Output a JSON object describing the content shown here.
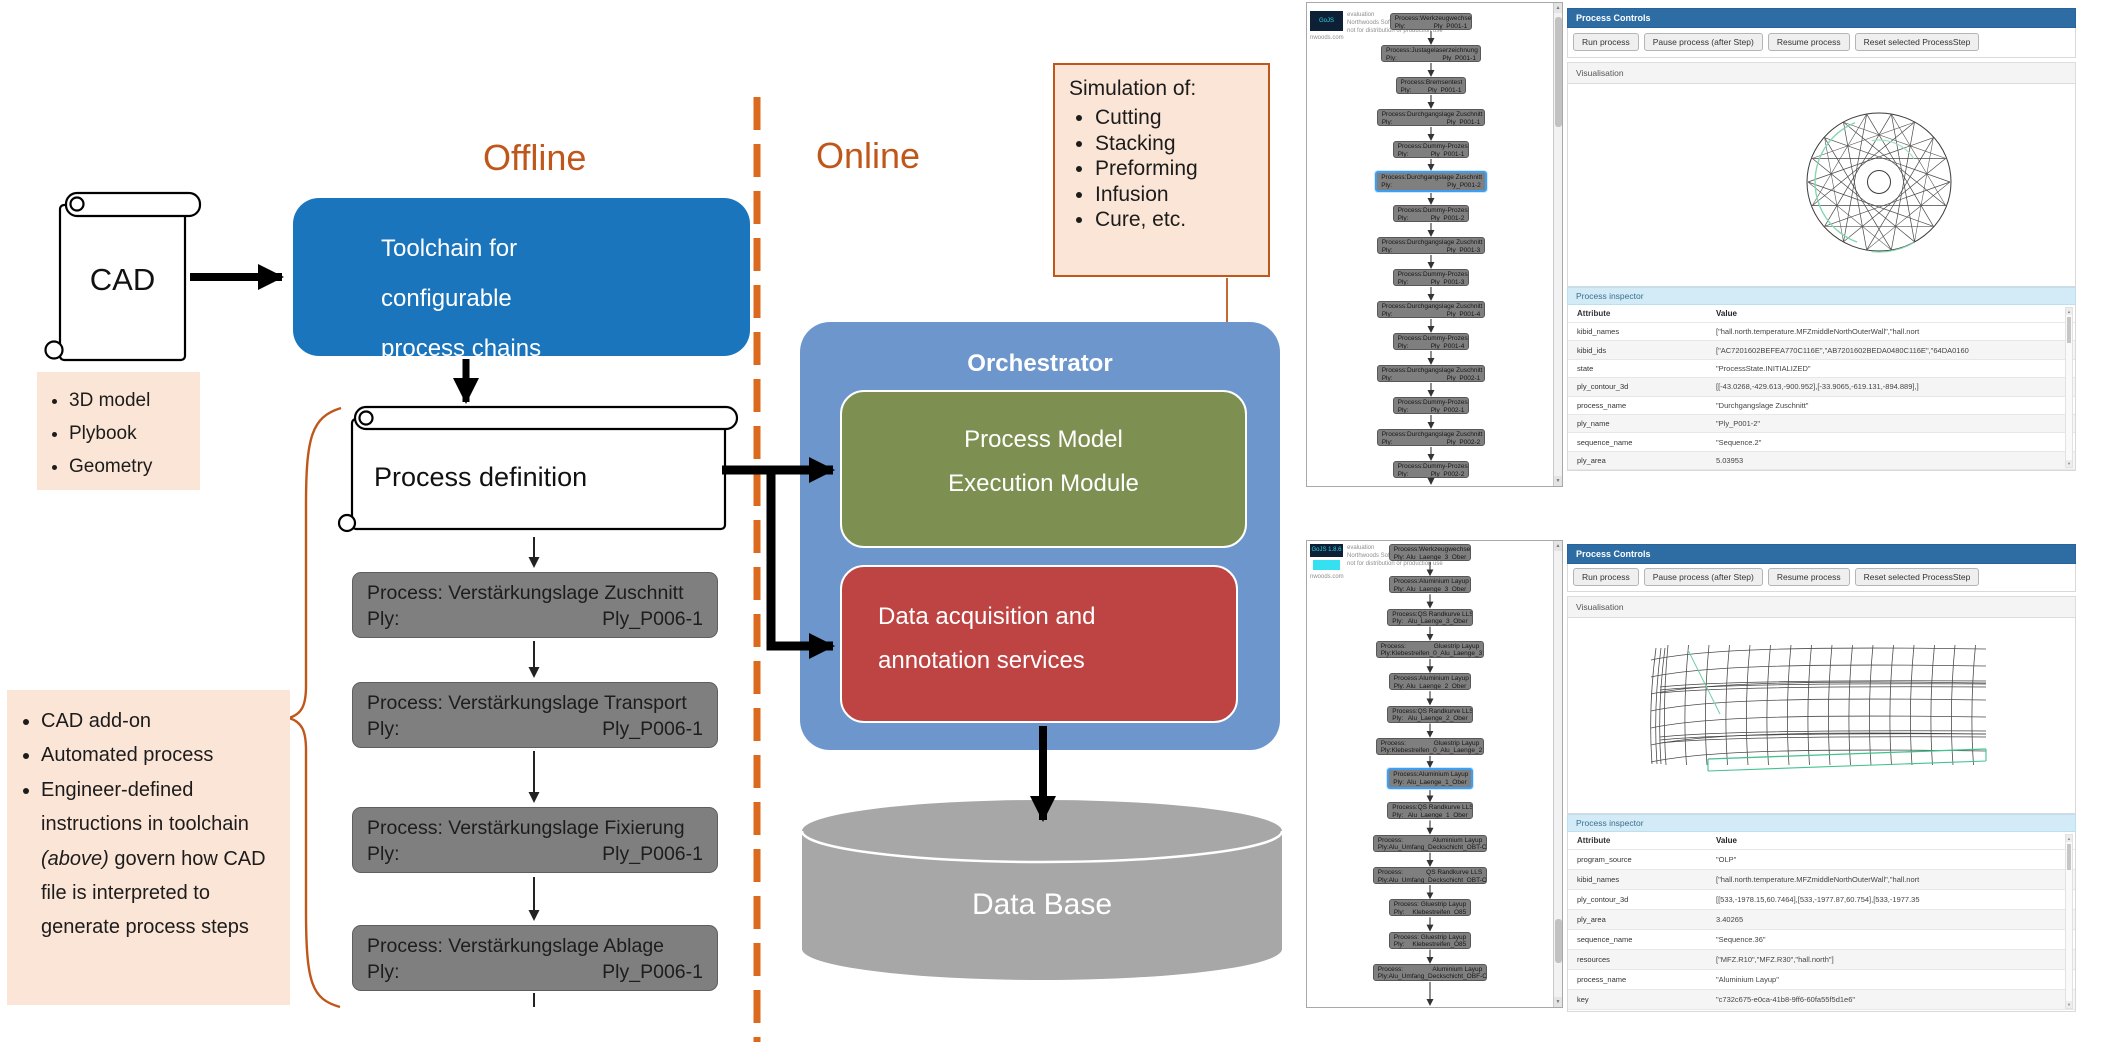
{
  "diagram": {
    "offline_label": "Offline",
    "online_label": "Online",
    "cad": {
      "label": "CAD"
    },
    "cad_notes": {
      "items": [
        "3D model",
        "Plybook",
        "Geometry"
      ]
    },
    "toolchain_box": {
      "lines": [
        "Toolchain for",
        "configurable",
        "process chains"
      ]
    },
    "process_definition": {
      "label": "Process definition"
    },
    "steps_ply_label": "Ply:",
    "process_steps": [
      {
        "title": "Process: Verstärkungslage Zuschnitt",
        "ply": "Ply_P006-1"
      },
      {
        "title": "Process: Verstärkungslage Transport",
        "ply": "Ply_P006-1"
      },
      {
        "title": "Process: Verstärkungslage Fixierung",
        "ply": "Ply_P006-1"
      },
      {
        "title": "Process: Verstärkungslage Ablage",
        "ply": "Ply_P006-1"
      }
    ],
    "left_notes": {
      "items": [
        "CAD add-on",
        "Automated process"
      ],
      "item3": {
        "pre": "Engineer-defined instructions in toolchain ",
        "italic": "(above)",
        "post": " govern how CAD file is interpreted to generate  process steps"
      }
    },
    "simulation_box": {
      "title": "Simulation of:",
      "items": [
        "Cutting",
        "Stacking",
        "Preforming",
        "Infusion",
        "Cure, etc."
      ]
    },
    "orchestrator": {
      "title": "Orchestrator",
      "module1_lines": [
        "Process Model",
        "Execution Module"
      ],
      "module2_lines": [
        "Data acquisition and",
        "annotation services"
      ]
    },
    "database": {
      "label": "Data Base"
    }
  },
  "node_labels": {
    "process_prefix": "Process:",
    "ply_prefix": "Ply:"
  },
  "screenshots": [
    {
      "watermark": {
        "logo": "GoJS",
        "line1": "evaluation",
        "line2": "Northwoods Software",
        "line3": "not for distribution or production use",
        "line4": "nwoods.com"
      },
      "controls": {
        "title": "Process Controls",
        "buttons": [
          "Run process",
          "Pause process (after Step)",
          "Resume process",
          "Reset selected ProcessStep"
        ],
        "visualisation_label": "Visualisation"
      },
      "inspector": {
        "title": "Process inspector",
        "col_attr": "Attribute",
        "col_value": "Value",
        "rows": [
          {
            "attr": "kibid_names",
            "value": "[\"hall.north.temperature.MFZmiddleNorthOuterWall\",\"hall.nort"
          },
          {
            "attr": "kibid_ids",
            "value": "[\"AC7201602BEFEA770C116E\",\"AB7201602BEDA0480C116E\",\"64DA0160"
          },
          {
            "attr": "state",
            "value": "\"ProcessState.INITIALIZED\""
          },
          {
            "attr": "ply_contour_3d",
            "value": "[[-43.0268,-429.613,-900.952],[-33.9065,-619.131,-894.889],]"
          },
          {
            "attr": "process_name",
            "value": "\"Durchgangslage Zuschnitt\""
          },
          {
            "attr": "ply_name",
            "value": "\"Ply_P001-2\""
          },
          {
            "attr": "sequence_name",
            "value": "\"Sequence.2\""
          },
          {
            "attr": "ply_area",
            "value": "5.03953"
          }
        ]
      },
      "flow": {
        "nodes": [
          {
            "process": "Werkzeugwechsel",
            "ply": "Ply_P001-1"
          },
          {
            "process": "Justagelaserzeichnung",
            "ply": "Ply_P001-1"
          },
          {
            "process": "Bremsentest",
            "ply": "Ply_P001-1"
          },
          {
            "process": "Durchgangslage Zuschnitt",
            "ply": "Ply_P001-1"
          },
          {
            "process": "Dummy-Prozess",
            "ply": "Ply_P001-1"
          },
          {
            "process": "Durchgangslage Zuschnitt",
            "ply": "Ply_P001-2",
            "selected": true
          },
          {
            "process": "Dummy-Prozess",
            "ply": "Ply_P001-2"
          },
          {
            "process": "Durchgangslage Zuschnitt",
            "ply": "Ply_P001-3"
          },
          {
            "process": "Dummy-Prozess",
            "ply": "Ply_P001-3"
          },
          {
            "process": "Durchgangslage Zuschnitt",
            "ply": "Ply_P001-4"
          },
          {
            "process": "Dummy-Prozess",
            "ply": "Ply_P001-4"
          },
          {
            "process": "Durchgangslage Zuschnitt",
            "ply": "Ply_P002-1"
          },
          {
            "process": "Dummy-Prozess",
            "ply": "Ply_P002-1"
          },
          {
            "process": "Durchgangslage Zuschnitt",
            "ply": "Ply_P002-2"
          },
          {
            "process": "Dummy-Prozess",
            "ply": "Ply_P002-2"
          }
        ]
      }
    },
    {
      "watermark": {
        "logo": "GoJS 1.8.6",
        "line1": "evaluation",
        "line2": "Northwoods Software",
        "line3": "not for distribution or production use",
        "line4": "nwoods.com"
      },
      "controls": {
        "title": "Process Controls",
        "buttons": [
          "Run process",
          "Pause process (after Step)",
          "Resume process",
          "Reset selected ProcessStep"
        ],
        "visualisation_label": "Visualisation"
      },
      "inspector": {
        "title": "Process inspector",
        "col_attr": "Attribute",
        "col_value": "Value",
        "rows": [
          {
            "attr": "program_source",
            "value": "\"OLP\""
          },
          {
            "attr": "kibid_names",
            "value": "[\"hall.north.temperature.MFZmiddleNorthOuterWall\",\"hall.nort"
          },
          {
            "attr": "ply_contour_3d",
            "value": "[[533,-1978.15,60.7464],[533,-1977.87,60.754],[533,-1977.35"
          },
          {
            "attr": "ply_area",
            "value": "3.40265"
          },
          {
            "attr": "sequence_name",
            "value": "\"Sequence.36\""
          },
          {
            "attr": "resources",
            "value": "[\"MFZ.R10\",\"MFZ.R30\",\"hall.north\"]"
          },
          {
            "attr": "process_name",
            "value": "\"Aluminium Layup\""
          },
          {
            "attr": "key",
            "value": "\"c732c675-e0ca-41b8-9ff6-60fa55f5d1e6\""
          }
        ]
      },
      "flow": {
        "nodes": [
          {
            "process": "Werkzeugwechsel",
            "ply": "Alu_Laenge_3_Ober"
          },
          {
            "process": "Aluminium Layup",
            "ply": "Alu_Laenge_3_Ober"
          },
          {
            "process": "QS Randkurve LLS",
            "ply": "Alu_Laenge_3_Ober"
          },
          {
            "process": "Gluestrip Layup",
            "ply": "Klebestreifen_0_Alu_Laenge_3"
          },
          {
            "process": "Aluminium Layup",
            "ply": "Alu_Laenge_2_Ober"
          },
          {
            "process": "QS Randkurve LLS",
            "ply": "Alu_Laenge_2_Ober"
          },
          {
            "process": "Gluestrip Layup",
            "ply": "Klebestreifen_0_Alu_Laenge_2"
          },
          {
            "process": "Aluminium Layup",
            "ply": "Alu_Laenge_1_Ober",
            "selected": true
          },
          {
            "process": "QS Randkurve LLS",
            "ply": "Alu_Laenge_1_Ober"
          },
          {
            "process": "Aluminium Layup",
            "ply": "Alu_Umfang_Deckschicht_OBT-O85"
          },
          {
            "process": "QS Randkurve LLS",
            "ply": "Alu_Umfang_Deckschicht_OBT-O85"
          },
          {
            "process": "Gluestrip Layup",
            "ply": "Klebestreifen_O85"
          },
          {
            "process": "Gluestrip Layup",
            "ply": "Klebestreifen_O85"
          },
          {
            "process": "Aluminium Layup",
            "ply": "Alu_Umfang_Deckschicht_OBF-O85"
          }
        ]
      }
    }
  ]
}
